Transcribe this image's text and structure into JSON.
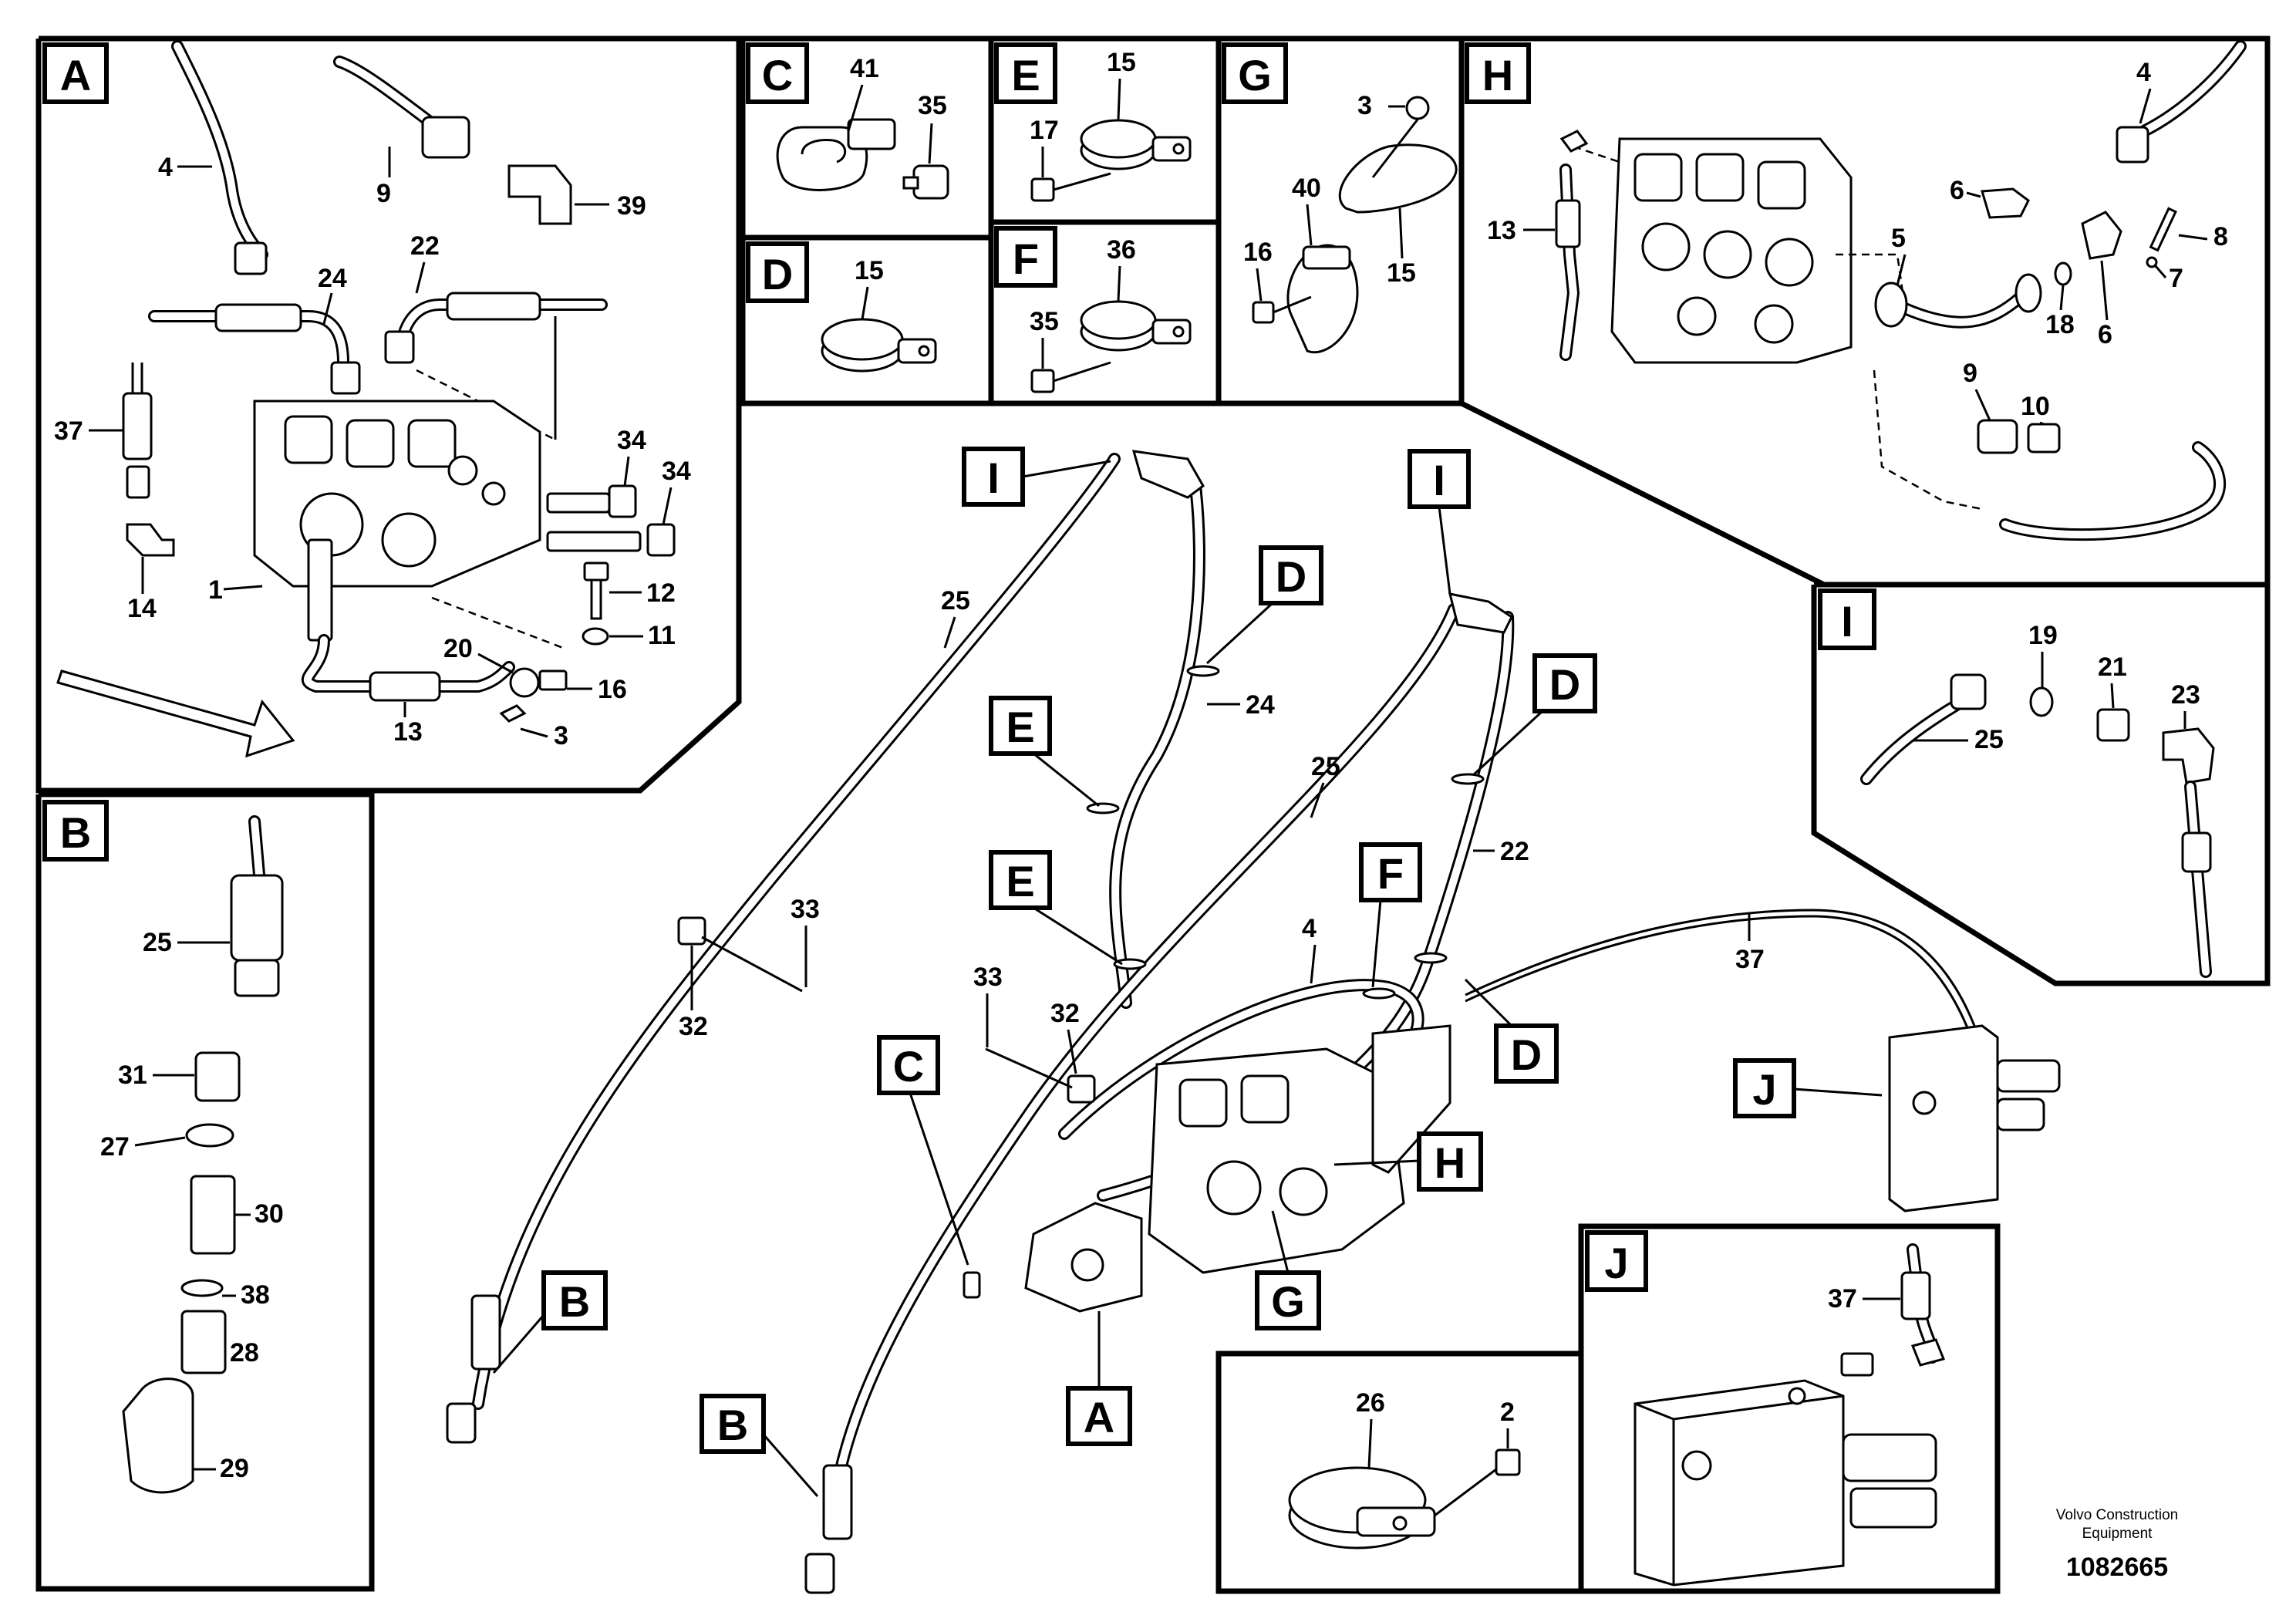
{
  "panels": {
    "A": "A",
    "B": "B",
    "C": "C",
    "D": "D",
    "E": "E",
    "F": "F",
    "G": "G",
    "H": "H",
    "I": "I",
    "J": "J"
  },
  "panel_a": {
    "n4": "4",
    "n9": "9",
    "n39": "39",
    "n24": "24",
    "n22": "22",
    "n37": "37",
    "n34a": "34",
    "n34b": "34",
    "n1": "1",
    "n14": "14",
    "n12": "12",
    "n11": "11",
    "n20": "20",
    "n16": "16",
    "n13": "13",
    "n3": "3"
  },
  "panel_b": {
    "n25": "25",
    "n31": "31",
    "n27": "27",
    "n30": "30",
    "n38": "38",
    "n28": "28",
    "n29": "29"
  },
  "panel_c": {
    "n41": "41",
    "n35": "35"
  },
  "panel_d": {
    "n15": "15"
  },
  "panel_e": {
    "n15": "15",
    "n17": "17"
  },
  "panel_f": {
    "n36": "36",
    "n35": "35"
  },
  "panel_g": {
    "n3": "3",
    "n40": "40",
    "n16": "16",
    "n15": "15"
  },
  "panel_h": {
    "n13": "13",
    "n4": "4",
    "n6a": "6",
    "n8": "8",
    "n5": "5",
    "n18": "18",
    "n7": "7",
    "n6b": "6",
    "n9": "9",
    "n10": "10"
  },
  "panel_i": {
    "n19": "19",
    "n21": "21",
    "n23": "23",
    "n25": "25"
  },
  "panel_j": {
    "n37": "37"
  },
  "panel_clamp": {
    "n26": "26",
    "n2": "2"
  },
  "main": {
    "n25a": "25",
    "n24": "24",
    "n25b": "25",
    "n22": "22",
    "n33a": "33",
    "n32a": "32",
    "n33b": "33",
    "n32b": "32",
    "n4": "4",
    "n37": "37",
    "call_I1": "I",
    "call_I2": "I",
    "call_D1": "D",
    "call_D2": "D",
    "call_D3": "D",
    "call_E1": "E",
    "call_E2": "E",
    "call_F": "F",
    "call_C": "C",
    "call_H": "H",
    "call_G": "G",
    "call_A": "A",
    "call_B1": "B",
    "call_B2": "B",
    "call_J": "J"
  },
  "footer": {
    "brand_line1": "Volvo Construction",
    "brand_line2": "Equipment",
    "doc_number": "1082665"
  }
}
